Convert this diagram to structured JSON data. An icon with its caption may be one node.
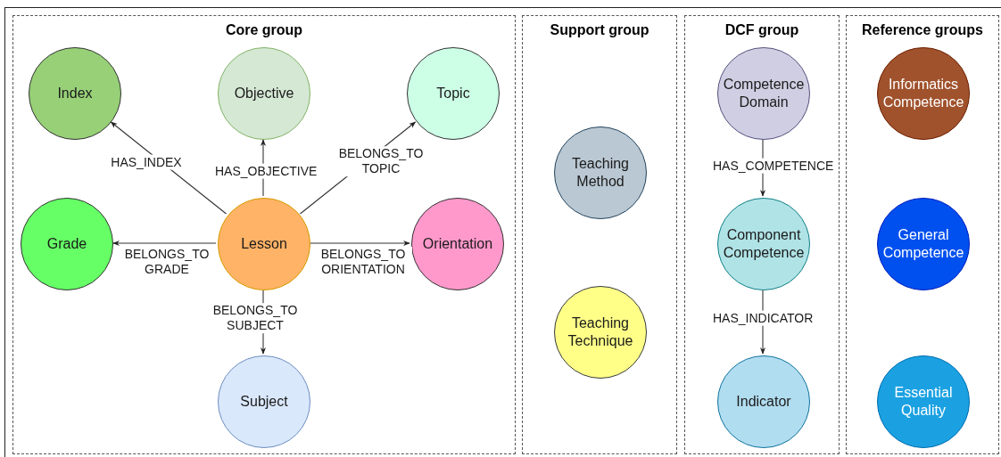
{
  "diagram": {
    "nodes": [
      {
        "text": [
          "Core group"
        ]
      },
      {
        "text": [
          "Index"
        ],
        "in": 0
      },
      {
        "text": [
          "Objective"
        ],
        "in": 0
      },
      {
        "text": [
          "Topic"
        ],
        "in": 0
      },
      {
        "text": [
          "Grade"
        ],
        "in": 0
      },
      {
        "text": [
          "Lesson"
        ],
        "in": 0
      },
      {
        "text": [
          "Orientation"
        ],
        "in": 0
      },
      {
        "text": [
          "Subject"
        ],
        "in": 0
      },
      {
        "text": [
          "Support group"
        ]
      },
      {
        "text": [
          "Teaching Method"
        ],
        "in": 8
      },
      {
        "text": [
          "Teaching Technique"
        ],
        "in": 8
      },
      {
        "text": [
          "DCF group"
        ]
      },
      {
        "text": [
          "Competence Domain"
        ],
        "in": 11
      },
      {
        "text": [
          "Component Competence"
        ],
        "in": 11
      },
      {
        "text": [
          "Indicator"
        ],
        "in": 11
      },
      {
        "text": [
          "Reference groups"
        ]
      },
      {
        "text": [
          "Informatics Competence"
        ],
        "in": 15
      },
      {
        "text": [
          "General Competence"
        ],
        "in": 15
      },
      {
        "text": [
          "Essential Quality"
        ],
        "in": 15
      }
    ],
    "edges": [
      {
        "from": 5,
        "to": 1,
        "arrow": "to",
        "label": "HAS_INDEX"
      },
      {
        "from": 5,
        "to": 2,
        "arrow": "to",
        "label": "HAS_OBJECTIVE"
      },
      {
        "from": 5,
        "to": 3,
        "arrow": "to",
        "label": "BELONGS_TO TOPIC"
      },
      {
        "from": 5,
        "to": 4,
        "arrow": "to",
        "label": "BELONGS_TO GRADE"
      },
      {
        "from": 5,
        "to": 6,
        "arrow": "to",
        "label": "BELONGS_TO ORIENTATION"
      },
      {
        "from": 5,
        "to": 7,
        "arrow": "to",
        "label": "BELONGS_TO SUBJECT"
      },
      {
        "from": 12,
        "to": 13,
        "arrow": "to",
        "label": "HAS_COMPETENCE"
      },
      {
        "from": 13,
        "to": 14,
        "arrow": "to",
        "label": "HAS_INDICATOR"
      }
    ]
  }
}
